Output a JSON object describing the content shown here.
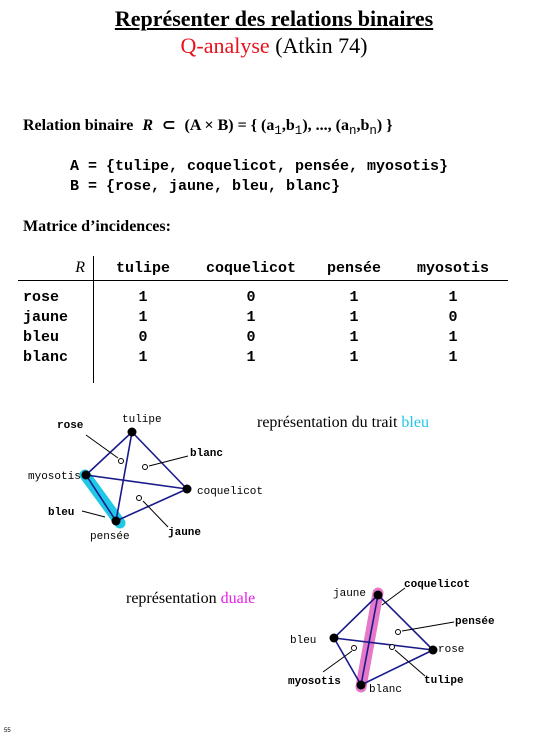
{
  "title": {
    "line1": "Représenter des relations binaires",
    "line2_red": "Q-analyse",
    "line2_rest": " (Atkin 74)"
  },
  "relation": {
    "label": "Relation binaire",
    "symbol_R": "R",
    "subset": "⊂",
    "product": "(A × B)",
    "equals_set": " = { (a",
    "a1_sub": "1",
    "comma_b": ",b",
    "b1_sub": "1",
    "middle": "), ...,  (a",
    "an_sub": "n",
    "comma_bn": ",b",
    "bn_sub": "n",
    "end": ") }"
  },
  "sets": {
    "A": "A = {tulipe, coquelicot, pensée, myosotis}",
    "B": "B = {rose, jaune, bleu, blanc}"
  },
  "matrix": {
    "label": "Matrice d’incidences:",
    "corner": "R",
    "columns": [
      "tulipe",
      "coquelicot",
      "pensée",
      "myosotis"
    ],
    "rows": [
      {
        "name": "rose",
        "values": [
          "1",
          "0",
          "1",
          "1"
        ]
      },
      {
        "name": "jaune",
        "values": [
          "1",
          "1",
          "1",
          "0"
        ]
      },
      {
        "name": "bleu",
        "values": [
          "0",
          "0",
          "1",
          "1"
        ]
      },
      {
        "name": "blanc",
        "values": [
          "1",
          "1",
          "1",
          "1"
        ]
      }
    ]
  },
  "diagram1": {
    "caption_text": "représentation du trait ",
    "caption_colored": "bleu",
    "highlight_color": "#1ec8e6",
    "vertex_labels": {
      "top": "tulipe",
      "left": "myosotis",
      "right": "coquelicot",
      "bottom": "pensée"
    },
    "face_labels": {
      "rose": "rose",
      "blanc": "blanc",
      "bleu": "bleu",
      "jaune": "jaune"
    }
  },
  "diagram2": {
    "caption_text": "représentation ",
    "caption_colored": "duale",
    "highlight_color": "#e678c8",
    "vertex_labels": {
      "top": "jaune",
      "left": "bleu",
      "right": "rose",
      "bottom": "blanc"
    },
    "face_labels": {
      "coquelicot": "coquelicot",
      "pensee": "pensée",
      "myosotis": "myosotis",
      "tulipe": "tulipe"
    }
  },
  "page_number": "55"
}
